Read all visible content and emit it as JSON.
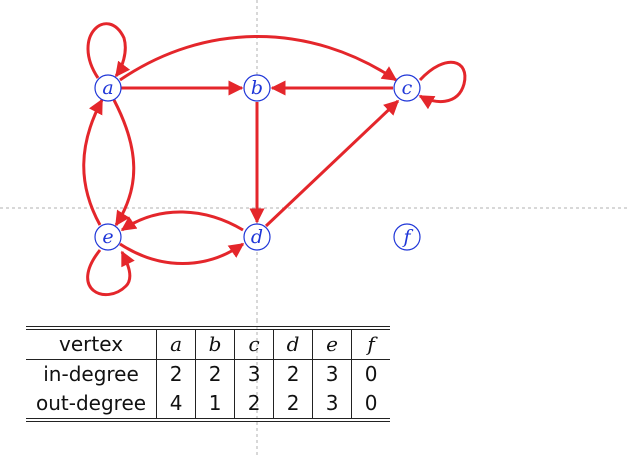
{
  "nodes": [
    {
      "id": "a",
      "label": "a"
    },
    {
      "id": "b",
      "label": "b"
    },
    {
      "id": "c",
      "label": "c"
    },
    {
      "id": "d",
      "label": "d"
    },
    {
      "id": "e",
      "label": "e"
    },
    {
      "id": "f",
      "label": "f"
    }
  ],
  "edges": [
    {
      "from": "a",
      "to": "a"
    },
    {
      "from": "a",
      "to": "b"
    },
    {
      "from": "a",
      "to": "c"
    },
    {
      "from": "a",
      "to": "e"
    },
    {
      "from": "e",
      "to": "a"
    },
    {
      "from": "c",
      "to": "b"
    },
    {
      "from": "c",
      "to": "c"
    },
    {
      "from": "b",
      "to": "d"
    },
    {
      "from": "d",
      "to": "c"
    },
    {
      "from": "d",
      "to": "e"
    },
    {
      "from": "e",
      "to": "d"
    },
    {
      "from": "e",
      "to": "e"
    }
  ],
  "colors": {
    "edge": "#e4262b",
    "node": "#1f36d8"
  },
  "table": {
    "header": "vertex",
    "vertices": [
      "a",
      "b",
      "c",
      "d",
      "e",
      "f"
    ],
    "rows": [
      {
        "label": "in-degree",
        "values": [
          "2",
          "2",
          "3",
          "2",
          "3",
          "0"
        ]
      },
      {
        "label": "out-degree",
        "values": [
          "4",
          "1",
          "2",
          "2",
          "3",
          "0"
        ]
      }
    ]
  }
}
